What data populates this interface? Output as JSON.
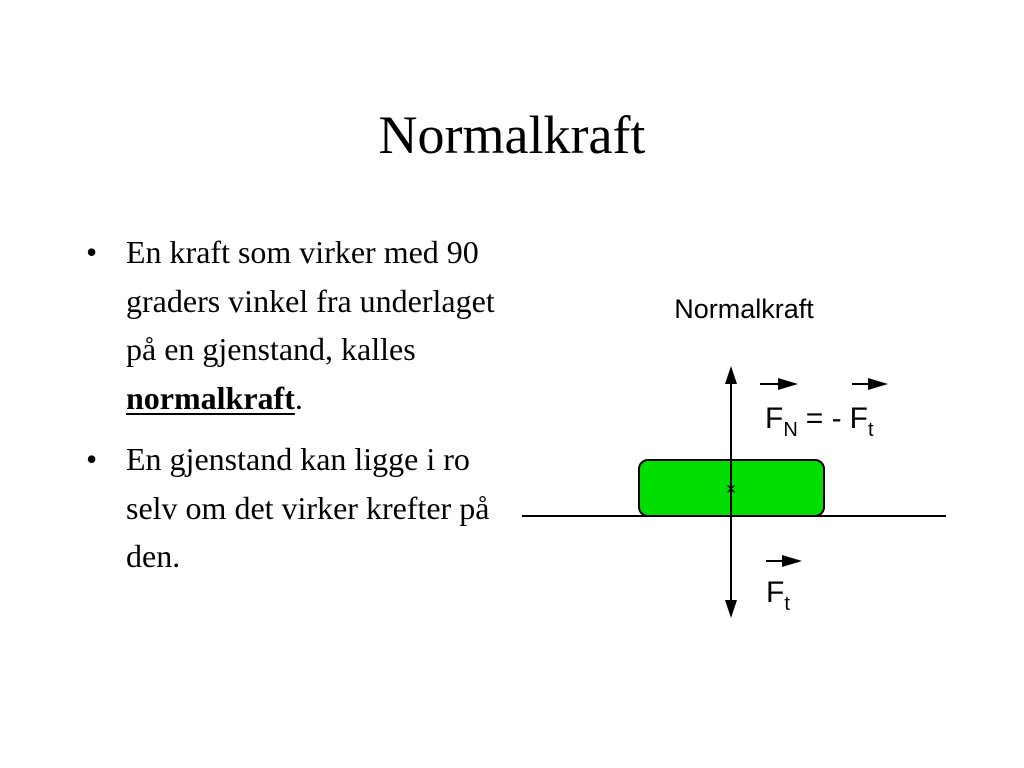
{
  "slide": {
    "title": "Normalkraft",
    "bullets": [
      {
        "text_before": "En kraft som virker med 90 graders vinkel fra underlaget på en gjenstand, kalles ",
        "keyword": "normalkraft",
        "text_after": "."
      },
      {
        "text_before": "En gjenstand kan ligge i ro selv om det virker krefter på den.",
        "keyword": "",
        "text_after": ""
      }
    ],
    "bullet_glyph": "•"
  },
  "diagram": {
    "title": "Normalkraft",
    "equation": {
      "lhs_symbol": "F",
      "lhs_subscript": "N",
      "operator": "= -",
      "rhs_symbol": "F",
      "rhs_subscript": "t"
    },
    "lower_label": {
      "symbol": "F",
      "subscript": "t"
    },
    "block_color": "#00dd00",
    "center_mark": "×"
  }
}
